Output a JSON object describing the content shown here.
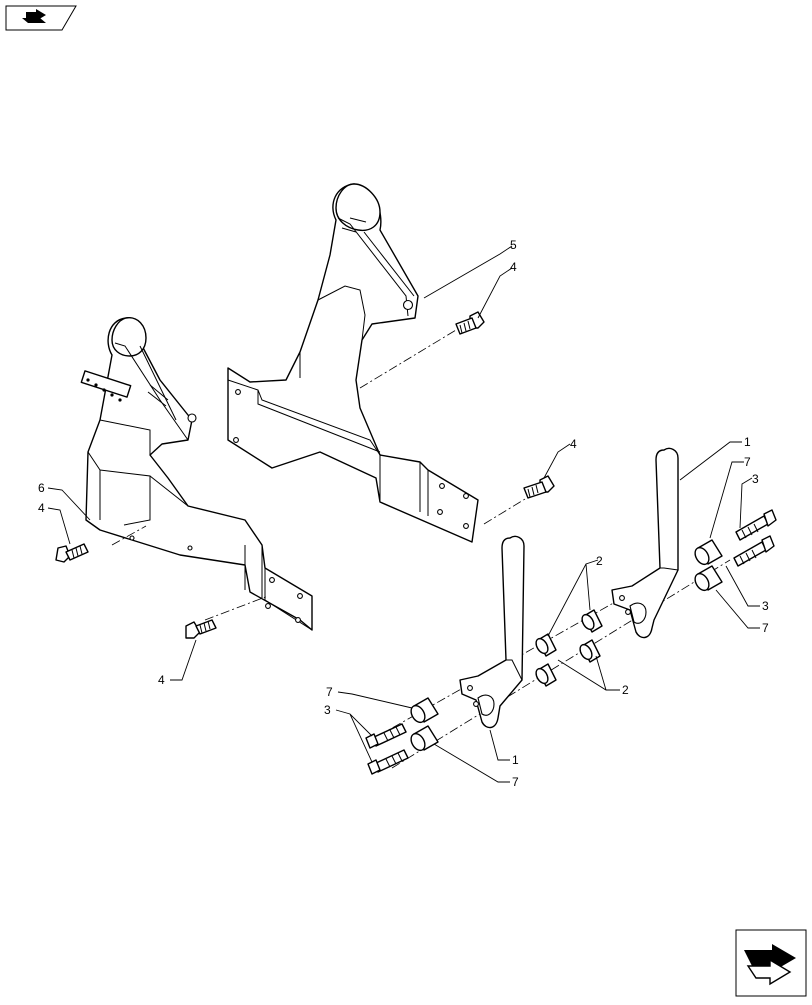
{
  "callouts": {
    "c1a": "1",
    "c1b": "1",
    "c2a": "2",
    "c2b": "2",
    "c3a": "3",
    "c3b": "3",
    "c3c": "3",
    "c4a": "4",
    "c4b": "4",
    "c4c": "4",
    "c4d": "4",
    "c5": "5",
    "c6": "6",
    "c7a": "7",
    "c7b": "7",
    "c7c": "7",
    "c7d": "7"
  },
  "icons": {
    "header": "exploded-view-icon",
    "footer": "next-page-arrow-icon"
  }
}
